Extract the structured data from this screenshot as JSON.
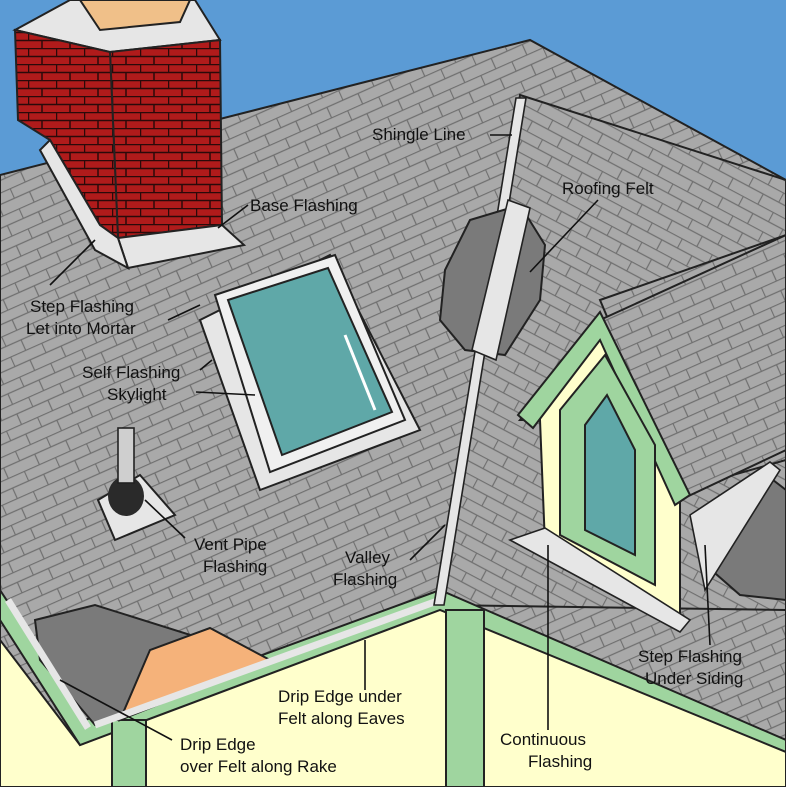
{
  "labels": {
    "shingle_line": "Shingle Line",
    "roofing_felt": "Roofing Felt",
    "base_flashing": "Base Flashing",
    "step_flashing_mortar_1": "Step Flashing",
    "step_flashing_mortar_2": "Let into Mortar",
    "self_flashing_1": "Self Flashing",
    "self_flashing_2": "Skylight",
    "vent_pipe_1": "Vent Pipe",
    "vent_pipe_2": "Flashing",
    "valley_1": "Valley",
    "valley_2": "Flashing",
    "drip_eaves_1": "Drip Edge under",
    "drip_eaves_2": "Felt along Eaves",
    "drip_rake_1": "Drip Edge",
    "drip_rake_2": "over Felt along Rake",
    "continuous_1": "Continuous",
    "continuous_2": "Flashing",
    "step_siding_1": "Step Flashing",
    "step_siding_2": "Under Siding"
  },
  "colors": {
    "sky": "#5b9bd5",
    "shingle": "#a9a9a9",
    "shingle_line": "#6f6f6f",
    "brick": "#b01b1b",
    "flashing": "#e6e6e6",
    "glass": "#5fa8a8",
    "trim": "#9fd59f",
    "wall": "#ffffcc",
    "felt": "#7a7a7a",
    "wood": "#f5b27a"
  }
}
